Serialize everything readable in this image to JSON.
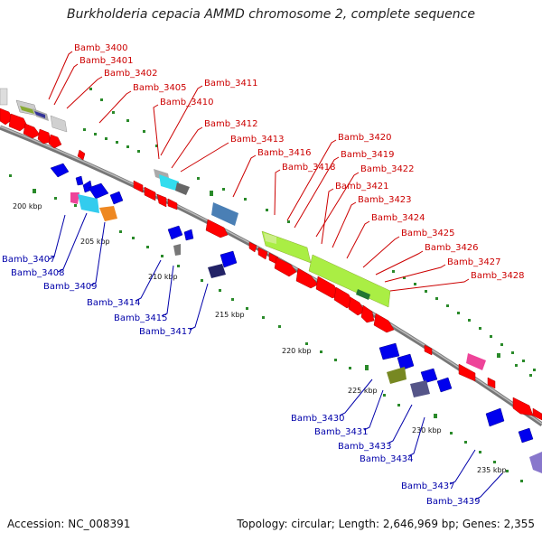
{
  "title": "Burkholderia cepacia AMMD chromosome 2, complete sequence",
  "footer": {
    "accession": "Accession: NC_008391",
    "topology": "Topology: circular; Length: 2,646,969 bp; Genes: 2,355"
  },
  "ticks": [
    "200 kbp",
    "205 kbp",
    "210 kbp",
    "215 kbp",
    "220 kbp",
    "225 kbp",
    "230 kbp",
    "235 kbp"
  ],
  "forward_labels": [
    "Bamb_3400",
    "Bamb_3401",
    "Bamb_3402",
    "Bamb_3405",
    "Bamb_3411",
    "Bamb_3410",
    "Bamb_3412",
    "Bamb_3413",
    "Bamb_3416",
    "Bamb_3418",
    "Bamb_3420",
    "Bamb_3419",
    "Bamb_3422",
    "Bamb_3421",
    "Bamb_3423",
    "Bamb_3424",
    "Bamb_3425",
    "Bamb_3426",
    "Bamb_3427",
    "Bamb_3428"
  ],
  "reverse_labels": [
    "Bamb_3407",
    "Bamb_3408",
    "Bamb_3409",
    "Bamb_3414",
    "Bamb_3415",
    "Bamb_3417",
    "Bamb_3430",
    "Bamb_3431",
    "Bamb_3433",
    "Bamb_3434",
    "Bamb_3437",
    "Bamb_3439"
  ],
  "colors": {
    "forward_label": "#cc0000",
    "reverse_label": "#0000aa",
    "forward_gene": "#ff0000",
    "reverse_gene": "#0000ee",
    "backbone": "#888888",
    "tick": "#007700"
  }
}
